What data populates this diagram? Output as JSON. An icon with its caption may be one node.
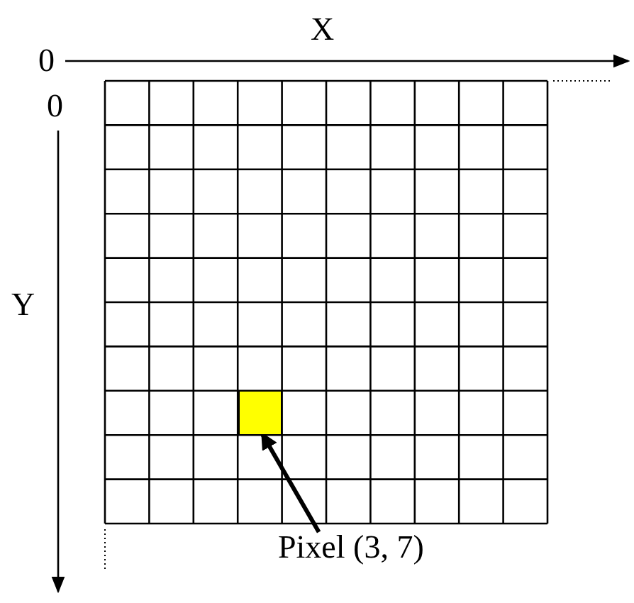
{
  "diagram": {
    "nodes": [
      {
        "text": [
          "Pixel (3, 7)"
        ]
      },
      {
        "text": [],
        "shape": "box"
      }
    ],
    "edges": [
      {
        "from": 0,
        "to": 1,
        "arrow": "to"
      }
    ],
    "labels": [
      "X",
      "0",
      "0",
      "Y"
    ]
  }
}
